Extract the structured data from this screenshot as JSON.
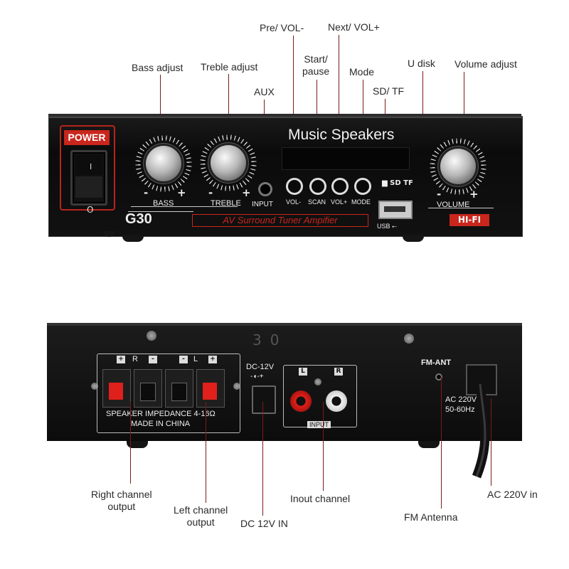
{
  "callouts_top": {
    "bass": "Bass adjust",
    "treble": "Treble adjust",
    "aux": "AUX",
    "pre_vol": "Pre/ VOL-",
    "next_vol": "Next/ VOL+",
    "start_pause_1": "Start/",
    "start_pause_2": "pause",
    "mode": "Mode",
    "sd_tf": "SD/ TF",
    "u_disk": "U disk",
    "volume": "Volume adjust"
  },
  "front_panel": {
    "power": "POWER",
    "switch_on": "I",
    "switch_off": "O",
    "bass": "BASS",
    "treble": "TREBLE",
    "input": "INPUT",
    "title": "Music Speakers",
    "buttons": [
      "VOL-",
      "SCAN",
      "VOL+",
      "MODE"
    ],
    "tf": "TF",
    "usb": "USB",
    "volume": "VOLUME",
    "model": "G30",
    "tagline": "AV Surround Tuner Ampifier",
    "badge": "HI-FI",
    "minus": "-",
    "plus": "+"
  },
  "back_panel": {
    "model_mark": "30",
    "impedance": "SPEAKER IMPEDANCE 4-16Ω",
    "made_in": "MADE IN CHINA",
    "dc": "DC-12V",
    "input": "INPUT",
    "left": "L",
    "right": "R",
    "fm_ant": "FM-ANT",
    "ac1": "AC 220V",
    "ac2": "50-60Hz"
  },
  "callouts_bottom": {
    "right_ch_1": "Right channel",
    "right_ch_2": "output",
    "left_ch_1": "Left channel",
    "left_ch_2": "output",
    "dc_in": "DC 12V IN",
    "input_ch": "Inout channel",
    "fm": "FM Antenna",
    "ac": "AC 220V in"
  },
  "colors": {
    "accent_red": "#c9261d",
    "leader_line": "#7a1d17"
  }
}
